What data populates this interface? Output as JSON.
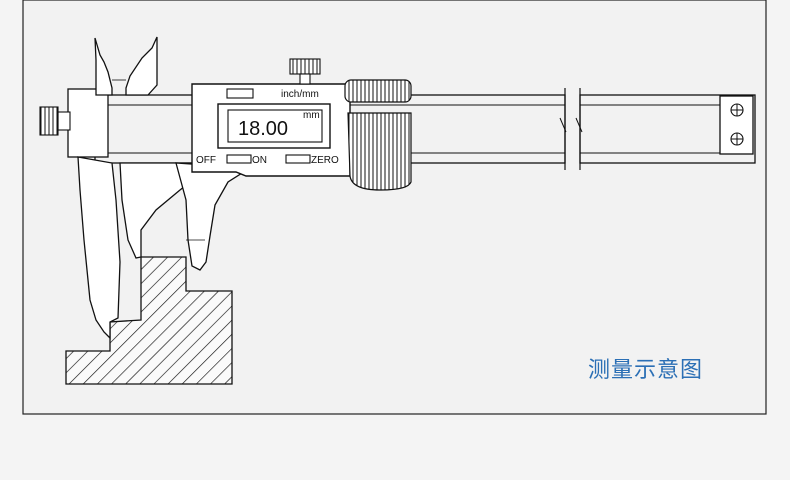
{
  "display": {
    "reading": "18.00",
    "unit": "mm",
    "mode_label": "inch/mm"
  },
  "buttons": {
    "off": "OFF",
    "on": "ON",
    "zero": "ZERO"
  },
  "caption": "测量示意图",
  "colors": {
    "background": "#f4f4f4",
    "line": "#111111",
    "caption": "#2b6fb5"
  }
}
